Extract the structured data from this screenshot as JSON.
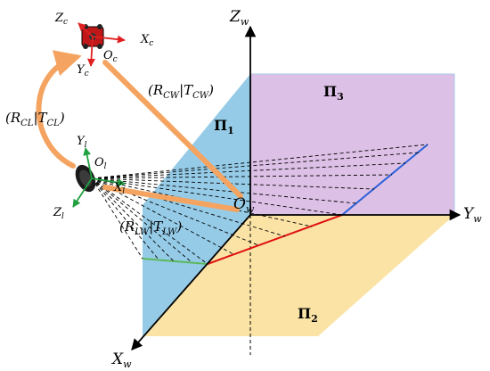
{
  "planes": {
    "pi1": {
      "main": "Π",
      "sub": "1",
      "color": "#8fc8e6"
    },
    "pi2": {
      "main": "Π",
      "sub": "2",
      "color": "#fbe3a6"
    },
    "pi3": {
      "main": "Π",
      "sub": "3",
      "color": "#dcc0e6"
    }
  },
  "axes": {
    "zw": {
      "main": "Z",
      "sub": "w"
    },
    "yw": {
      "main": "Y",
      "sub": "w"
    },
    "xw": {
      "main": "X",
      "sub": "w"
    },
    "ow": {
      "main": "O",
      "sub": "w"
    }
  },
  "camera": {
    "zc": {
      "main": "Z",
      "sub": "c"
    },
    "xc": {
      "main": "X",
      "sub": "c"
    },
    "yc": {
      "main": "Y",
      "sub": "c"
    },
    "oc": {
      "main": "O",
      "sub": "c"
    }
  },
  "lidar": {
    "yl": {
      "main": "Y",
      "sub": "l"
    },
    "xl": {
      "main": "X",
      "sub": "l"
    },
    "zl": {
      "main": "Z",
      "sub": "l"
    },
    "ol": {
      "main": "O",
      "sub": "l"
    }
  },
  "transforms": {
    "cl": {
      "open": "(R",
      "r_sub": "CL",
      "mid": "|T",
      "t_sub": "CL",
      "close": ")"
    },
    "cw": {
      "open": "(R",
      "r_sub": "CW",
      "mid": "|T",
      "t_sub": "CW",
      "close": ")"
    },
    "lw": {
      "open": "(R",
      "r_sub": "LW",
      "mid": "|T",
      "t_sub": "LW",
      "close": ")"
    }
  },
  "colors": {
    "arrow": "#f4a460",
    "red_line": "#e01010",
    "blue_line": "#2a60d8",
    "green_line": "#5cb85c",
    "axis_red": "#e02020",
    "axis_green": "#20a040"
  }
}
